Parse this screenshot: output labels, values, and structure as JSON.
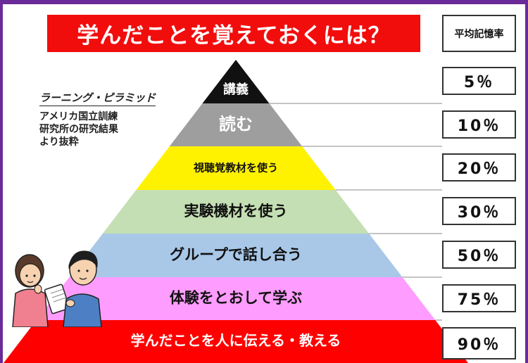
{
  "title": "学んだことを覚えておくには？",
  "rate_header": "平均記憶率",
  "caption": {
    "title": "ラーニング・ピラミッド",
    "lines": [
      "アメリカ国立訓練",
      "研究所の研究結果",
      "より抜粋"
    ]
  },
  "levels": [
    {
      "label": "講義",
      "rate": "5％",
      "color": "#111111",
      "text_color": "#ffffff"
    },
    {
      "label": "読む",
      "rate": "10％",
      "color": "#9e9e9e",
      "text_color": "#ffffff"
    },
    {
      "label": "視聴覚教材を使う",
      "rate": "20％",
      "color": "#fff200",
      "text_color": "#111111"
    },
    {
      "label": "実験機材を使う",
      "rate": "30％",
      "color": "#c4dfb3",
      "text_color": "#111111"
    },
    {
      "label": "グループで話し合う",
      "rate": "50％",
      "color": "#a9c8e8",
      "text_color": "#111111"
    },
    {
      "label": "体験をとおして学ぶ",
      "rate": "75％",
      "color": "#ff9cff",
      "text_color": "#111111"
    },
    {
      "label": "学んだことを人に伝える・教える",
      "rate": "90％",
      "color": "#ff0000",
      "text_color": "#ffffff"
    }
  ]
}
